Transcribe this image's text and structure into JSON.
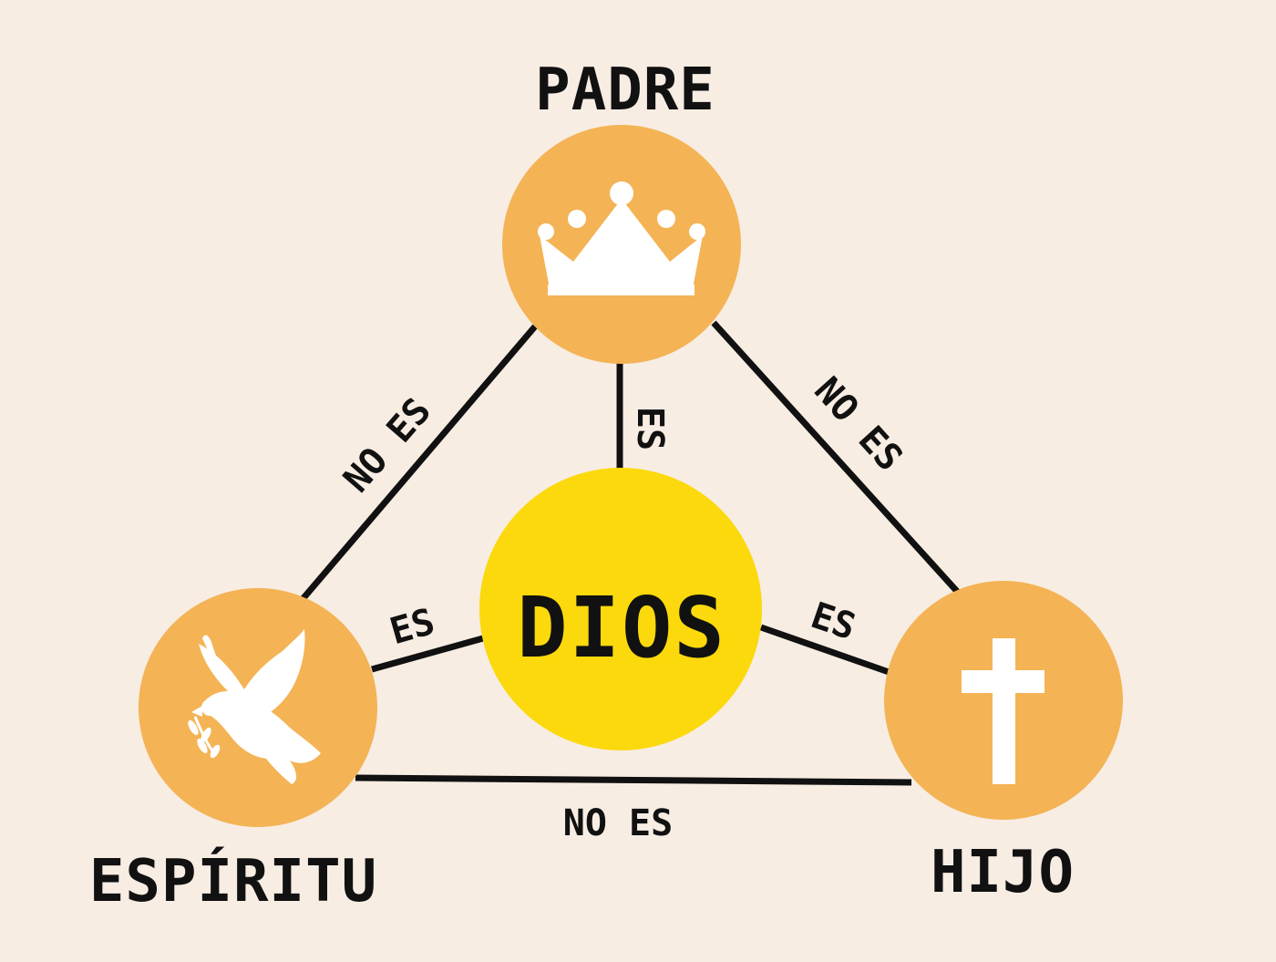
{
  "colors": {
    "background": "#f7ede3",
    "node_fill": "#f4b355",
    "center_fill": "#fbd90c",
    "line": "#111111",
    "icon": "#ffffff"
  },
  "nodes": {
    "padre": {
      "label": "PADRE",
      "icon": "crown-icon"
    },
    "hijo": {
      "label": "HIJO",
      "icon": "cross-icon"
    },
    "espiritu": {
      "label": "ESPÍRITU",
      "icon": "dove-icon"
    },
    "dios": {
      "label": "DIOS"
    }
  },
  "edges": {
    "padre_espiritu": "NO ES",
    "padre_hijo": "NO ES",
    "espiritu_hijo": "NO ES",
    "padre_dios": "ES",
    "espiritu_dios": "ES",
    "hijo_dios": "ES"
  }
}
